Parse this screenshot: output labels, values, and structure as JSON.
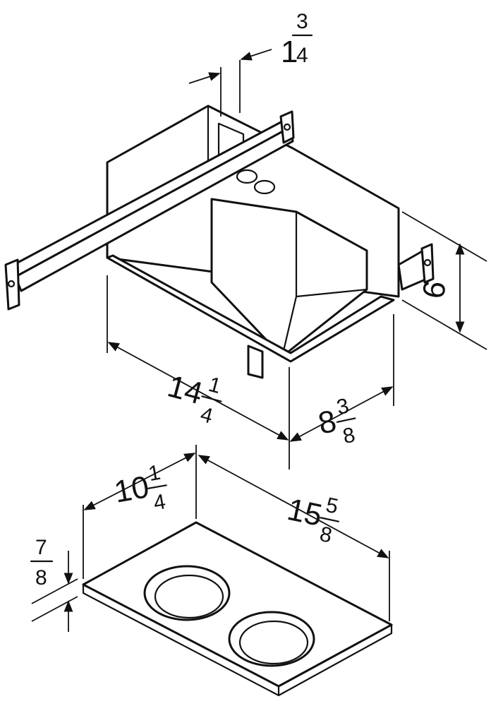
{
  "dimensions": {
    "rail_width": {
      "whole": "1",
      "num": "3",
      "den": "4"
    },
    "height": {
      "whole": "6"
    },
    "housing_length": {
      "whole": "14",
      "num": "1",
      "den": "4"
    },
    "housing_depth": {
      "whole": "8",
      "num": "3",
      "den": "8"
    },
    "grille_width": {
      "whole": "10",
      "num": "1",
      "den": "4"
    },
    "grille_length": {
      "whole": "15",
      "num": "5",
      "den": "8"
    },
    "grille_thickness": {
      "num": "7",
      "den": "8"
    }
  },
  "colors": {
    "line": "#111111",
    "background": "#ffffff"
  }
}
